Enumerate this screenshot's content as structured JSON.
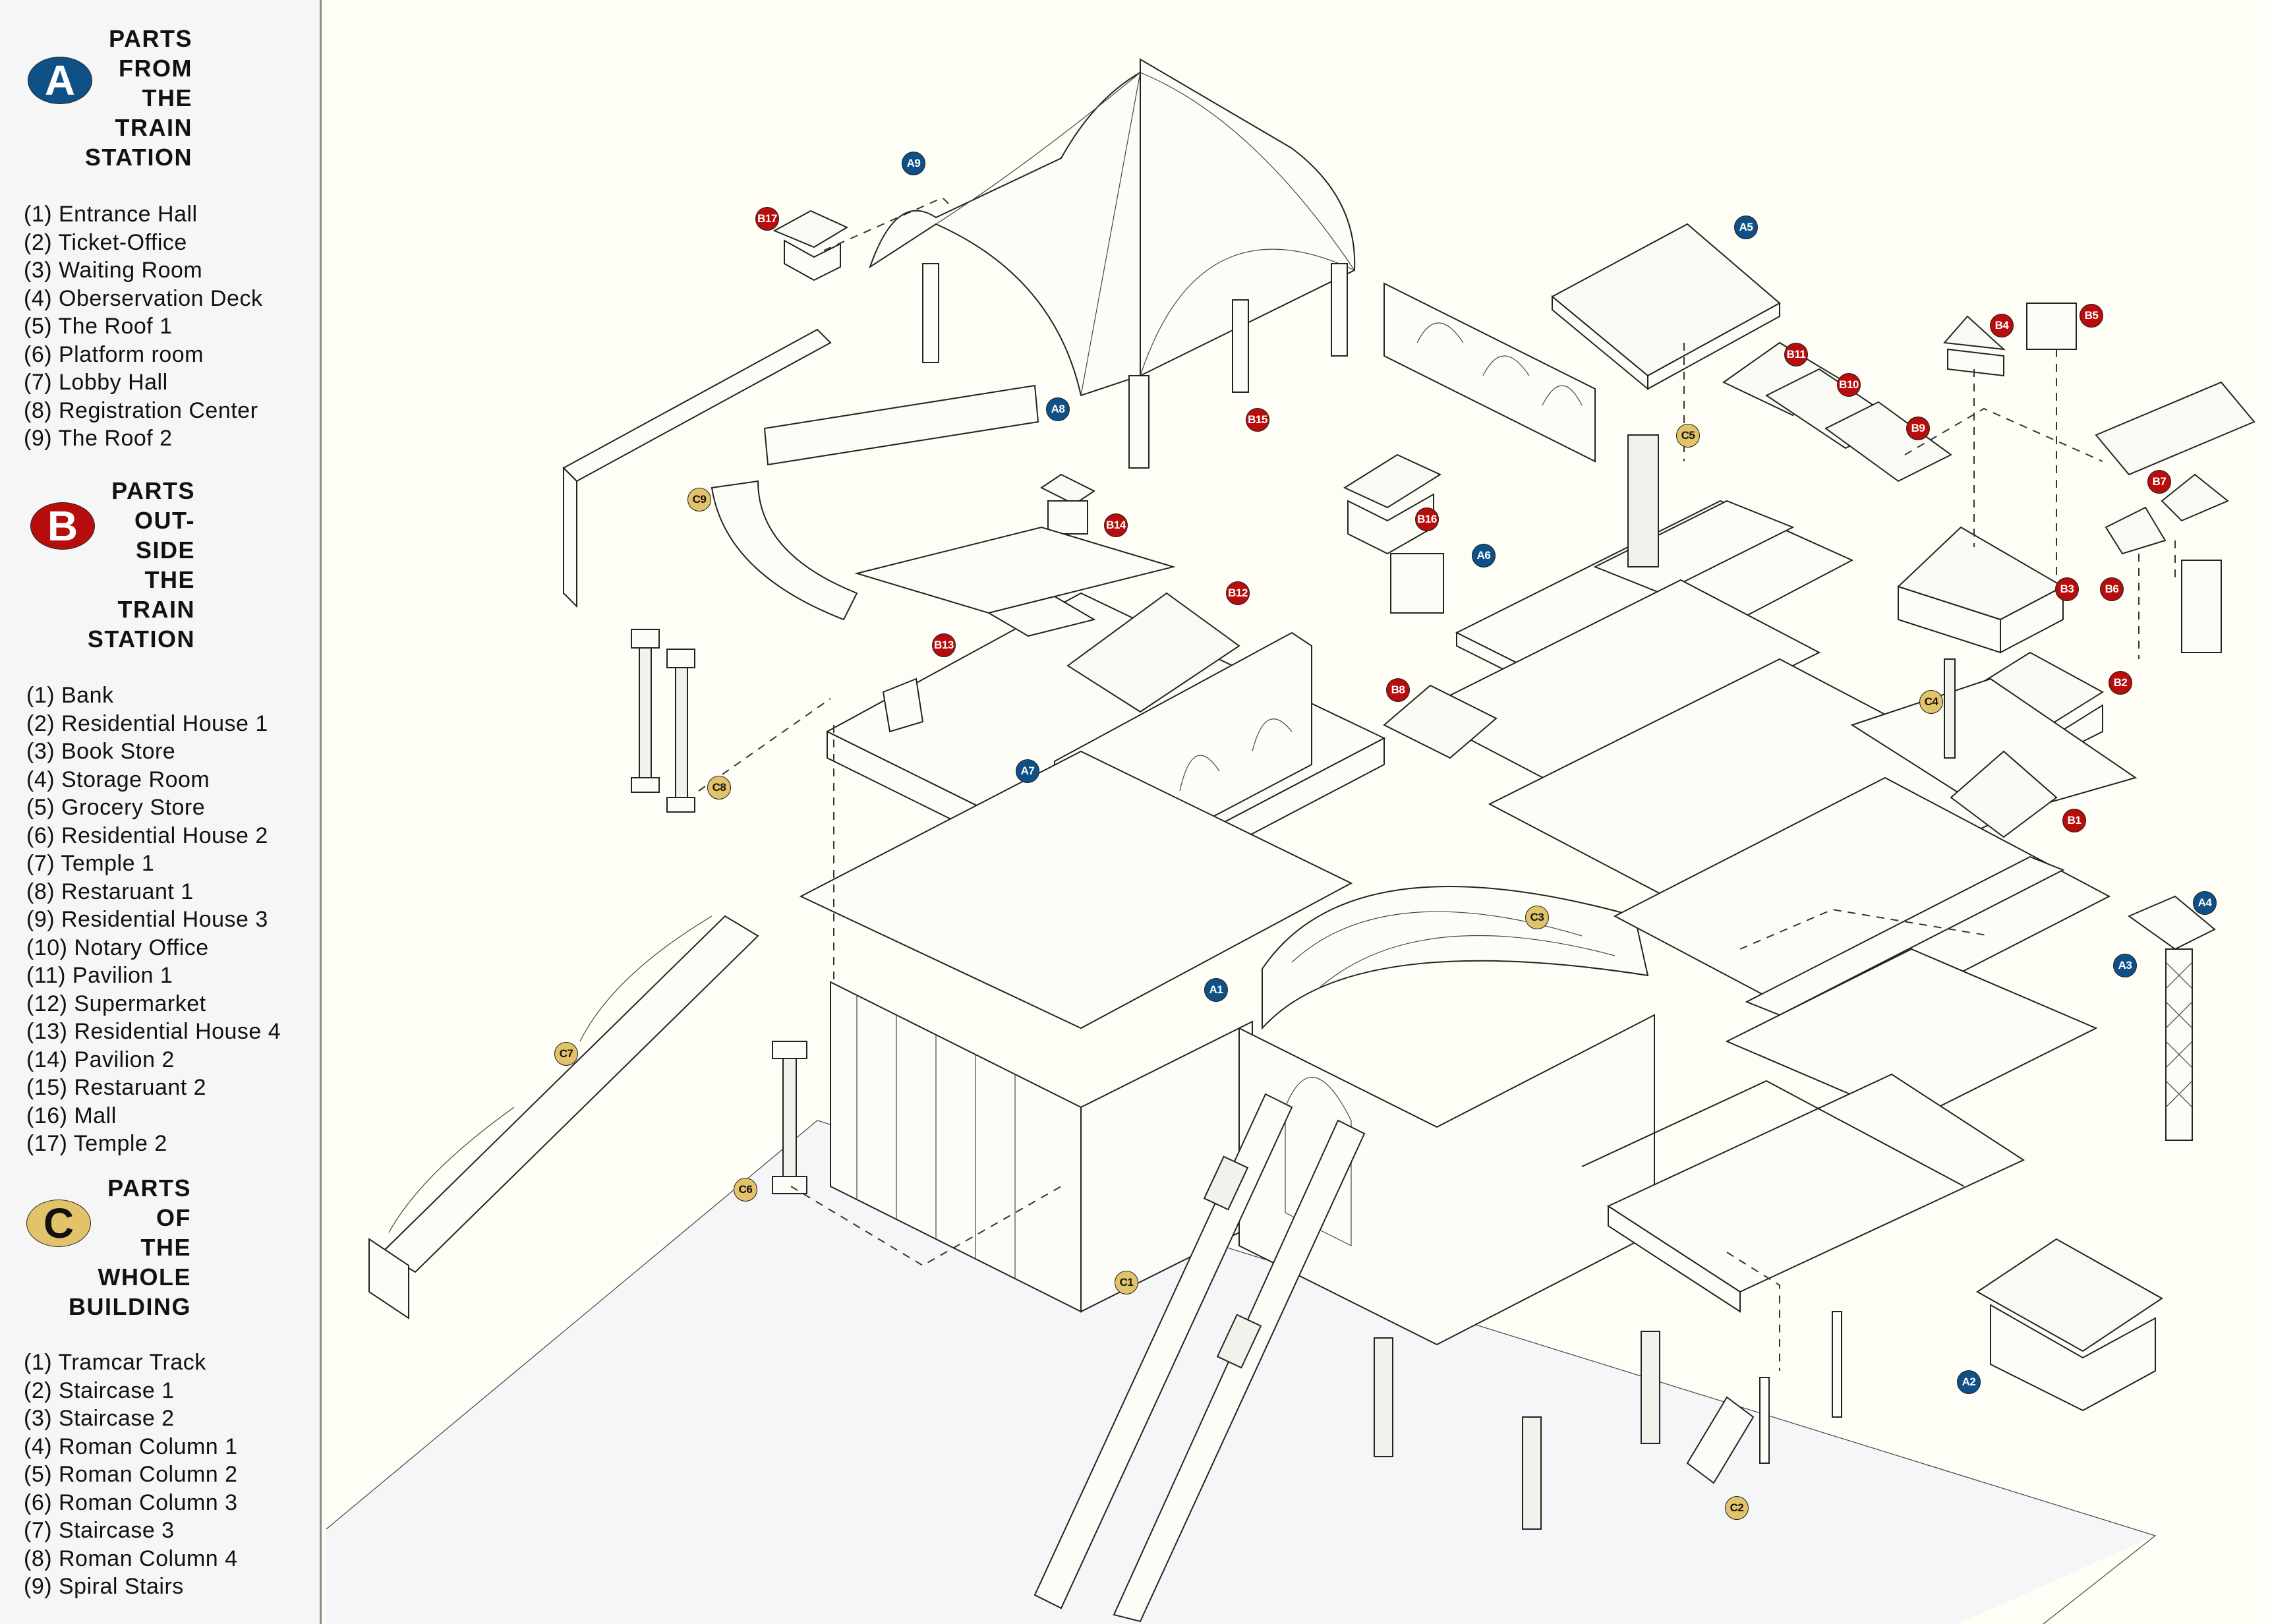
{
  "legend": {
    "sections": [
      {
        "key": "A",
        "title_lines": [
          "PARTS",
          "FROM",
          "THE",
          "TRAIN",
          "STATION"
        ],
        "items": [
          "(1) Entrance Hall",
          "(2) Ticket-Office",
          "(3) Waiting Room",
          "(4) Oberservation Deck",
          "(5) The Roof 1",
          "(6) Platform room",
          "(7) Lobby Hall",
          "(8) Registration Center",
          "(9) The Roof 2"
        ]
      },
      {
        "key": "B",
        "title_lines": [
          "PARTS",
          "OUT-",
          "SIDE",
          "THE",
          "TRAIN",
          "STATION"
        ],
        "items": [
          "(1) Bank",
          "(2) Residential House 1",
          "(3) Book Store",
          "(4) Storage Room",
          "(5) Grocery Store",
          "(6) Residential House 2",
          "(7) Temple 1",
          "(8) Restaruant 1",
          "(9) Residential House 3",
          "(10) Notary Office",
          "(11) Pavilion 1",
          "(12) Supermarket",
          "(13) Residential House 4",
          "(14) Pavilion 2",
          "(15) Restaruant 2",
          "(16) Mall",
          "(17) Temple 2"
        ]
      },
      {
        "key": "C",
        "title_lines": [
          "PARTS",
          "OF",
          "THE",
          "WHOLE",
          "BUILDING"
        ],
        "items": [
          "(1) Tramcar Track",
          "(2) Staircase 1",
          "(3) Staircase 2",
          "(4) Roman Column 1",
          "(5) Roman Column 2",
          "(6) Roman Column 3",
          "(7) Staircase 3",
          "(8) Roman Column 4",
          "(9) Spiral Stairs"
        ]
      }
    ],
    "colors": {
      "A": "#0f5187",
      "B": "#b80d0d",
      "C": "#e2c36a"
    }
  },
  "badges": [
    {
      "label": "A1",
      "group": "A",
      "part": "Entrance Hall"
    },
    {
      "label": "A2",
      "group": "A",
      "part": "Ticket-Office"
    },
    {
      "label": "A3",
      "group": "A",
      "part": "Waiting Room"
    },
    {
      "label": "A4",
      "group": "A",
      "part": "Oberservation Deck"
    },
    {
      "label": "A5",
      "group": "A",
      "part": "The Roof 1"
    },
    {
      "label": "A6",
      "group": "A",
      "part": "Platform room"
    },
    {
      "label": "A7",
      "group": "A",
      "part": "Lobby Hall"
    },
    {
      "label": "A8",
      "group": "A",
      "part": "Registration Center"
    },
    {
      "label": "A9",
      "group": "A",
      "part": "The Roof 2"
    },
    {
      "label": "B1",
      "group": "B",
      "part": "Bank"
    },
    {
      "label": "B2",
      "group": "B",
      "part": "Residential House 1"
    },
    {
      "label": "B3",
      "group": "B",
      "part": "Book Store"
    },
    {
      "label": "B4",
      "group": "B",
      "part": "Storage Room"
    },
    {
      "label": "B5",
      "group": "B",
      "part": "Grocery Store"
    },
    {
      "label": "B6",
      "group": "B",
      "part": "Residential House 2"
    },
    {
      "label": "B7",
      "group": "B",
      "part": "Temple 1"
    },
    {
      "label": "B8",
      "group": "B",
      "part": "Restaruant 1"
    },
    {
      "label": "B9",
      "group": "B",
      "part": "Residential House 3"
    },
    {
      "label": "B10",
      "group": "B",
      "part": "Notary Office"
    },
    {
      "label": "B11",
      "group": "B",
      "part": "Pavilion 1"
    },
    {
      "label": "B12",
      "group": "B",
      "part": "Supermarket"
    },
    {
      "label": "B13",
      "group": "B",
      "part": "Residential House 4"
    },
    {
      "label": "B14",
      "group": "B",
      "part": "Pavilion 2"
    },
    {
      "label": "B15",
      "group": "B",
      "part": "Restaruant 2"
    },
    {
      "label": "B16",
      "group": "B",
      "part": "Mall"
    },
    {
      "label": "B17",
      "group": "B",
      "part": "Temple 2"
    },
    {
      "label": "C1",
      "group": "C",
      "part": "Tramcar Track"
    },
    {
      "label": "C2",
      "group": "C",
      "part": "Staircase 1"
    },
    {
      "label": "C3",
      "group": "C",
      "part": "Staircase 2"
    },
    {
      "label": "C4",
      "group": "C",
      "part": "Roman Column 1"
    },
    {
      "label": "C5",
      "group": "C",
      "part": "Roman Column 2"
    },
    {
      "label": "C6",
      "group": "C",
      "part": "Roman Column 3"
    },
    {
      "label": "C7",
      "group": "C",
      "part": "Staircase 3"
    },
    {
      "label": "C8",
      "group": "C",
      "part": "Roman Column 4"
    },
    {
      "label": "C9",
      "group": "C",
      "part": "Spiral Stairs"
    }
  ]
}
